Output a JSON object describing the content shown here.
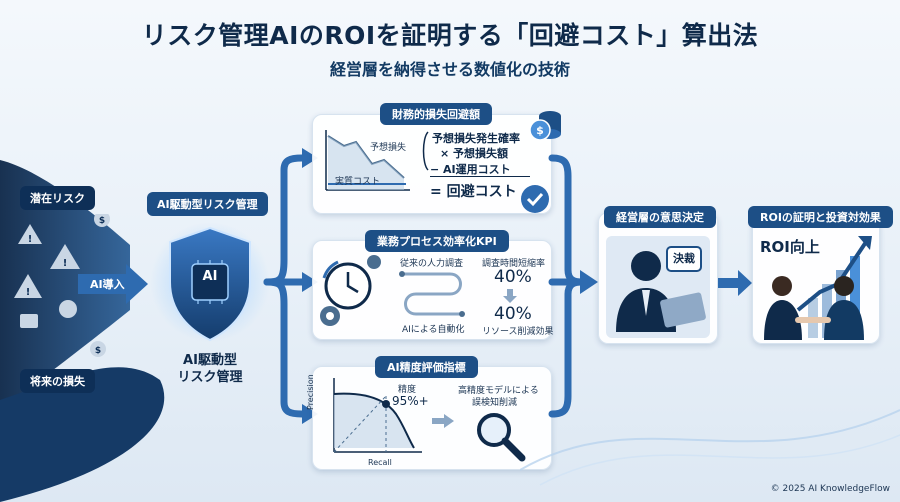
{
  "header": {
    "title": "リスク管理AIのROIを証明する「回避コスト」算出法",
    "subtitle": "経営層を納得させる数値化の技術"
  },
  "left": {
    "latent_risk": "潜在リスク",
    "future_loss": "将来の損失",
    "ai_intro": "AI導入"
  },
  "center": {
    "label": "AI駆動型リスク管理",
    "shield_text": "AI",
    "caption_line1": "AI駆動型",
    "caption_line2": "リスク管理"
  },
  "financial": {
    "title": "財務的損失回避額",
    "chart_label_loss": "予想損失",
    "chart_label_actual": "実質コスト",
    "formula_line1": "予想損失発生確率",
    "formula_line2": "× 予想損失額",
    "formula_line3": "− AI運用コスト",
    "formula_result": "= 回避コスト"
  },
  "process": {
    "title": "業務プロセス効率化KPI",
    "manual": "従来の人力調査",
    "auto": "AIによる自動化",
    "reduction_label": "調査時間短縮率",
    "reduction_value": "40%",
    "resource_value": "40%",
    "resource_label": "リソース削減効果"
  },
  "accuracy": {
    "title": "AI精度評価指標",
    "y_axis": "Precision",
    "x_axis": "Recall",
    "precision_label": "精度",
    "precision_value": "95%+",
    "desc_line1": "高精度モデルによる",
    "desc_line2": "誤検知削減"
  },
  "decision": {
    "title": "経営層の意思決定",
    "stamp": "決裁"
  },
  "roi": {
    "title": "ROIの証明と投資対効果",
    "label": "ROI向上"
  },
  "footer": "© 2025 AI KnowledgeFlow",
  "colors": {
    "navy": "#0f2a4a",
    "accent": "#1d4f86",
    "light_blue": "#4a90d9"
  }
}
